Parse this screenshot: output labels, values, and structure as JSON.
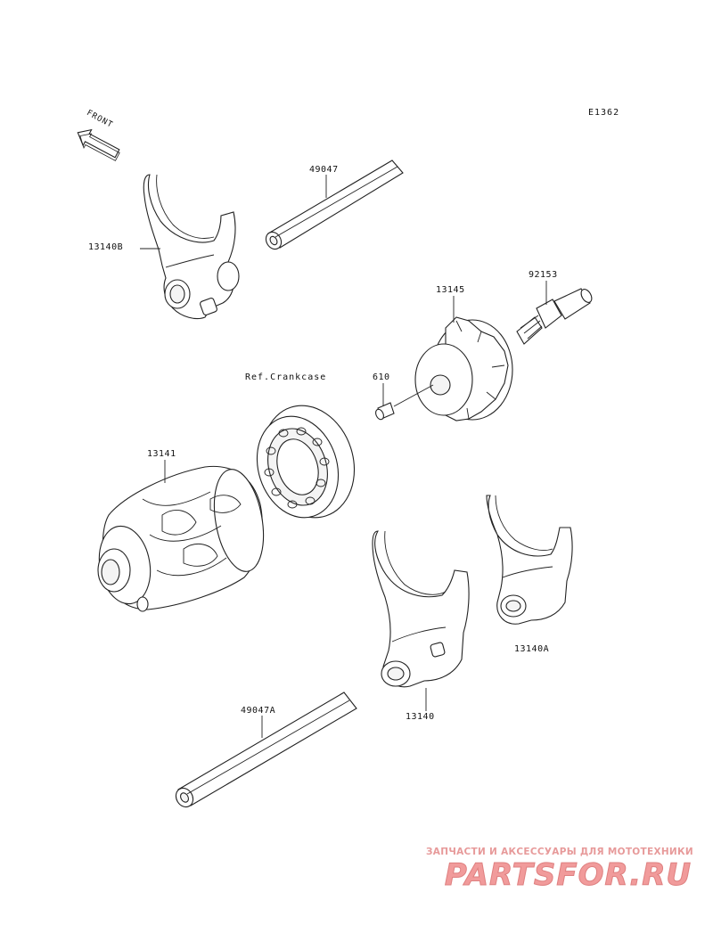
{
  "diagram": {
    "code": "E1362",
    "front_label": "FRONT",
    "reference": "Ref.Crankcase",
    "parts": [
      {
        "id": "13140B",
        "label": "13140B"
      },
      {
        "id": "49047",
        "label": "49047"
      },
      {
        "id": "13145",
        "label": "13145"
      },
      {
        "id": "92153",
        "label": "92153"
      },
      {
        "id": "610",
        "label": "610"
      },
      {
        "id": "13141",
        "label": "13141"
      },
      {
        "id": "13140A",
        "label": "13140A"
      },
      {
        "id": "13140",
        "label": "13140"
      },
      {
        "id": "49047A",
        "label": "49047A"
      }
    ]
  },
  "watermark": {
    "tagline": "ЗАПЧАСТИ И АКСЕССУАРЫ ДЛЯ МОТОТЕХНИКИ",
    "logo": "PARTSFOR.RU"
  }
}
